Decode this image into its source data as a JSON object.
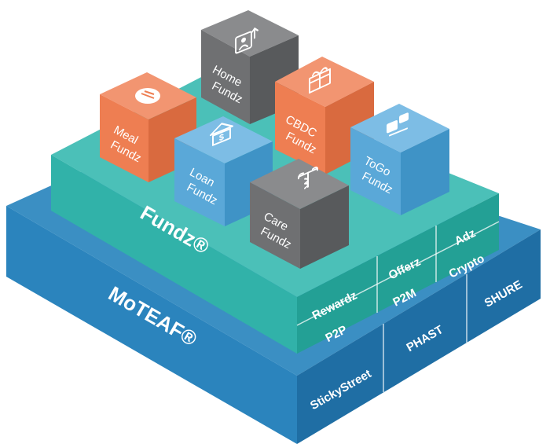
{
  "platform": {
    "name": "MoTEAF®",
    "modules": [
      "StickyStreet",
      "PHAST",
      "SHURE"
    ]
  },
  "fundz_layer": {
    "name": "Fundz®",
    "modules": [
      "Rewardz",
      "P2P",
      "Offerz",
      "P2M",
      "Adz",
      "Crypto"
    ]
  },
  "cubes": [
    {
      "line1": "Home",
      "line2": "Fundz",
      "icon": "home-card-icon"
    },
    {
      "line1": "Meal",
      "line2": "Fundz",
      "icon": "fork-knife-icon"
    },
    {
      "line1": "CBDC",
      "line2": "Fundz",
      "icon": "gift-box-icon"
    },
    {
      "line1": "Loan",
      "line2": "Fundz",
      "icon": "bank-icon"
    },
    {
      "line1": "ToGo",
      "line2": "Fundz",
      "icon": "delivery-icon"
    },
    {
      "line1": "Care",
      "line2": "Fundz",
      "icon": "caduceus-icon"
    }
  ],
  "colors": {
    "base_top": "#3b8fc3",
    "base_front": "#2b84bd",
    "base_side": "#1f6ea4",
    "teal_top": "#4bc0b8",
    "teal_front": "#31b2a9",
    "teal_side": "#23a095",
    "orange": "#ee7e52",
    "gray": "#6f7072",
    "blue_cube": "#5aa8d8"
  }
}
